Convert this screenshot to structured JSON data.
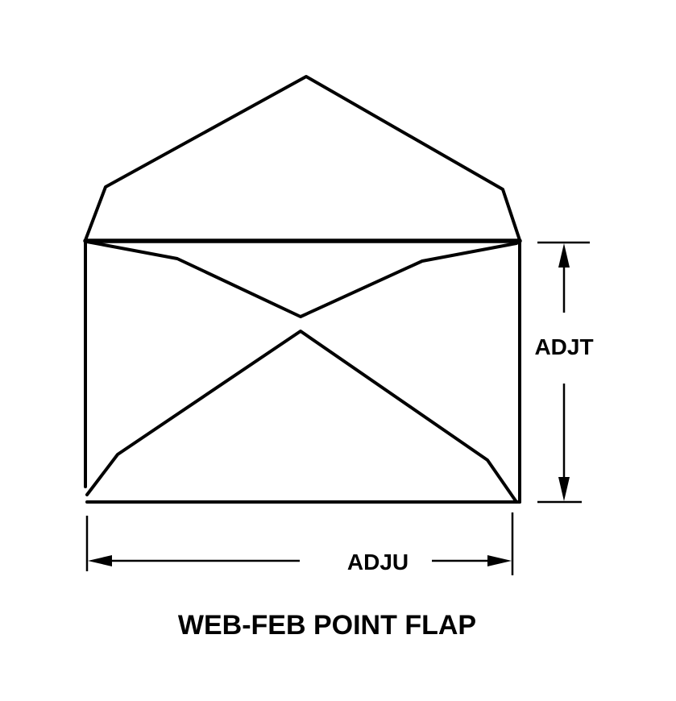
{
  "diagram": {
    "caption": "WEB-FEB POINT FLAP",
    "dimensions": {
      "height_label": "ADJT",
      "width_label": "ADJU"
    }
  }
}
